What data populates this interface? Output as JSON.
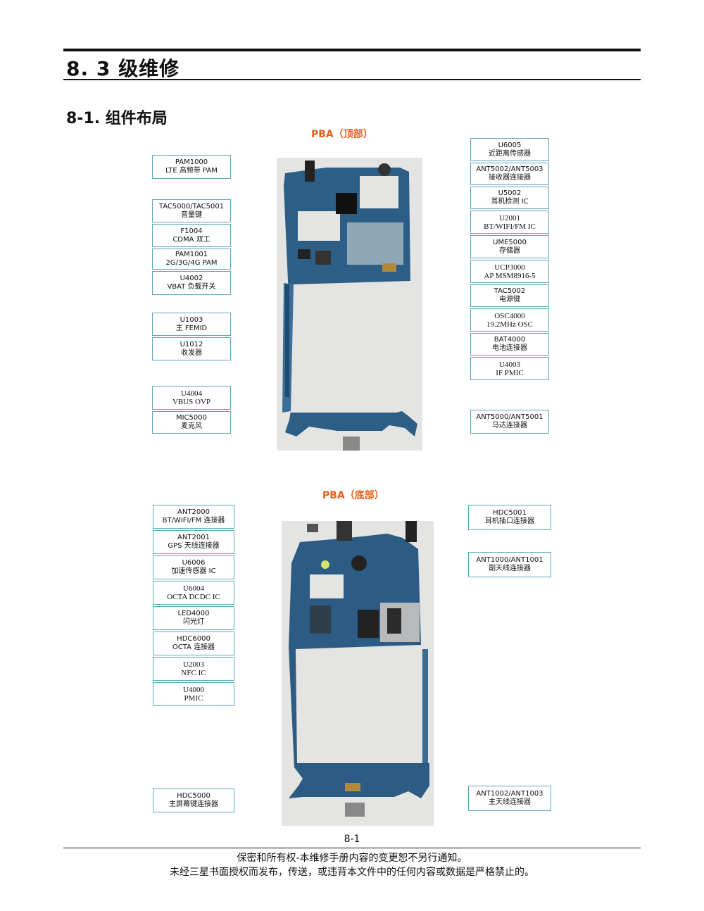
{
  "header": {
    "title": "8. 3 级维修"
  },
  "section": {
    "title": "8-1.  组件布局"
  },
  "top": {
    "caption": "PBA（顶部）",
    "left": [
      {
        "code": "PAM1000",
        "desc": "LTE 高频带 PAM"
      },
      {
        "code": "TAC5000/TAC5001",
        "desc": "音量键"
      },
      {
        "code": "F1004",
        "desc": "CDMA 双工"
      },
      {
        "code": "PAM1001",
        "desc": "2G/3G/4G PAM"
      },
      {
        "code": "U4002",
        "desc": "VBAT 负载开关"
      },
      {
        "code": "U1003",
        "desc": "主 FEMID"
      },
      {
        "code": "U1012",
        "desc": "收发器"
      },
      {
        "code": "U4004",
        "desc": "VBUS OVP"
      },
      {
        "code": "MIC5000",
        "desc": "麦克风"
      }
    ],
    "right": [
      {
        "code": "U6005",
        "desc": "近距离传感器"
      },
      {
        "code": "ANT5002/ANT5003",
        "desc": "接收器连接器"
      },
      {
        "code": "U5002",
        "desc": "耳机检测 IC"
      },
      {
        "code": "U2001",
        "desc": "BT/WIFI/FM IC"
      },
      {
        "code": "UME5000",
        "desc": "存储器"
      },
      {
        "code": "UCP3000",
        "desc": "AP MSM8916-5"
      },
      {
        "code": "TAC5002",
        "desc": "电源键"
      },
      {
        "code": "OSC4000",
        "desc": "19.2MHz OSC"
      },
      {
        "code": "BAT4000",
        "desc": "电池连接器"
      },
      {
        "code": "U4003",
        "desc": "IF PMIC"
      },
      {
        "code": "ANT5000/ANT5001",
        "desc": "马达连接器"
      }
    ]
  },
  "bottom": {
    "caption": "PBA（底部）",
    "left": [
      {
        "code": "ANT2000",
        "desc": "BT/WIFI/FM 连接器"
      },
      {
        "code": "ANT2001",
        "desc": "GPS 天线连接器"
      },
      {
        "code": "U6006",
        "desc": "加速传感器 IC"
      },
      {
        "code": "U6004",
        "desc": "OCTA DCDC IC"
      },
      {
        "code": "LED4000",
        "desc": "闪光灯"
      },
      {
        "code": "HDC6000",
        "desc": "OCTA 连接器"
      },
      {
        "code": "U2003",
        "desc": "NFC IC"
      },
      {
        "code": "U4000",
        "desc": "PMIC"
      },
      {
        "code": "HDC5000",
        "desc": "主屏幕键连接器"
      }
    ],
    "right": [
      {
        "code": "HDC5001",
        "desc": "耳机插口连接器"
      },
      {
        "code": "ANT1000/ANT1001",
        "desc": "副天线连接器"
      },
      {
        "code": "ANT1002/ANT1003",
        "desc": "主天线连接器"
      }
    ]
  },
  "footer": {
    "page_number": "8-1",
    "line1": "保密和所有权-本维修手册内容的变更恕不另行通知。",
    "line2": "未经三星书面授权而发布，传送，或违背本文件中的任何内容或数据是严格禁止的。"
  }
}
